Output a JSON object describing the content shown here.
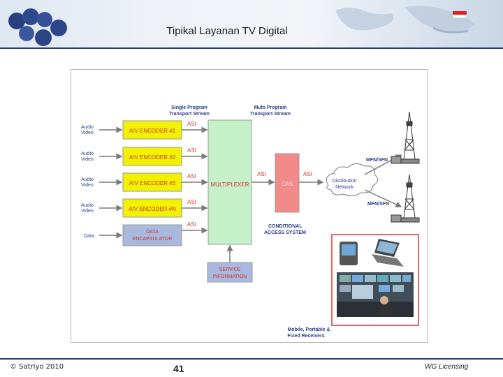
{
  "title": "Tipikal Layanan TV Digital",
  "footer": {
    "copyright": "© Satriyo 2010",
    "page_number": "41",
    "right_text": "WG Licensing"
  },
  "diagram": {
    "labels": {
      "single_program": "Single Program",
      "single_program_2": "Transport Stream",
      "multi_program": "Multi Program",
      "multi_program_2": "Transport Stream",
      "multiplexer": "MULTIPLEXER",
      "cas": "CAS",
      "distribution": "Distribution",
      "distribution_2": "Network",
      "service_info": "SERVICE",
      "service_info_2": "INFORMATION",
      "cond_access": "CONDITIONAL",
      "cond_access_2": "ACCESS SYSTEM",
      "mfn_top": "MFN/SFN",
      "mfn_bottom": "MFN/SFN",
      "receivers": "Mobile, Portable &",
      "receivers_2": "Fixed Receivers",
      "asi": "ASI"
    },
    "inputs": [
      {
        "line1": "Audio",
        "line2": "Video",
        "encoder": "A/V ENCODER #1"
      },
      {
        "line1": "Audio",
        "line2": "Video",
        "encoder": "A/V ENCODER #2"
      },
      {
        "line1": "Audio",
        "line2": "Video",
        "encoder": "A/V ENCODER #3"
      },
      {
        "line1": "Audio",
        "line2": "Video",
        "encoder": "A/V ENCODER #N"
      }
    ],
    "data_input": {
      "label": "Data",
      "box1": "DATA",
      "box2": "ENCAPSULATOR"
    },
    "colors": {
      "encoder": "#f2f200",
      "multiplexer": "#c5f0c8",
      "cas": "#f38a8a",
      "encapsulator": "#a9b8dd",
      "service": "#a9b8dd",
      "label_blue": "#2b3e86",
      "asi_red": "#d33"
    }
  }
}
